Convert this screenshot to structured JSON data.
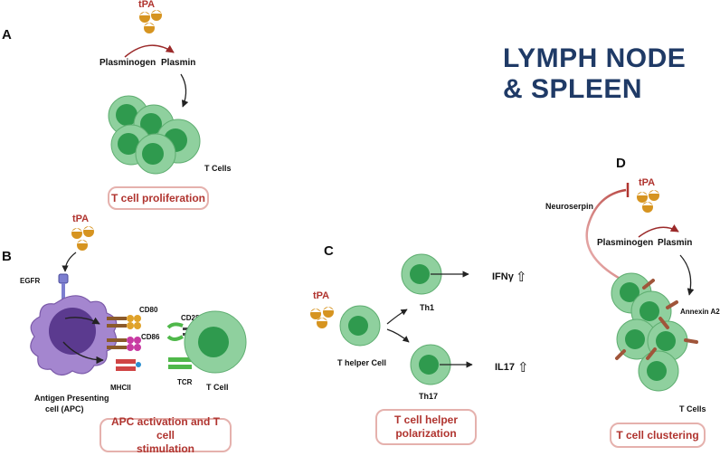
{
  "title": {
    "line1": "LYMPH NODE",
    "line2": "& SPLEEN"
  },
  "panel_a": {
    "letter": "A",
    "tpa": "tPA",
    "plasminogen": "Plasminogen",
    "plasmin": "Plasmin",
    "cells_label": "T Cells",
    "box": "T cell proliferation"
  },
  "panel_b": {
    "letter": "B",
    "tpa": "tPA",
    "egfr": "EGFR",
    "cd80": "CD80",
    "cd86": "CD86",
    "mhcii": "MHCII",
    "cd28": "CD28",
    "tcr": "TCR",
    "apc_line1": "Antigen Presenting",
    "apc_line2": "cell (APC)",
    "tcell": "T Cell",
    "box_line1": "APC activation and T cell",
    "box_line2": "stimulation"
  },
  "panel_c": {
    "letter": "C",
    "tpa": "tPA",
    "helper": "T helper Cell",
    "th1": "Th1",
    "th17": "Th17",
    "ifn": "IFNγ",
    "il17": "IL17",
    "up_arrow": "⇧",
    "box_line1": "T cell helper",
    "box_line2": "polarization"
  },
  "panel_d": {
    "letter": "D",
    "tpa": "tPA",
    "neuroserpin": "Neuroserpin",
    "plasminogen": "Plasminogen",
    "plasmin": "Plasmin",
    "annexin": "Annexin A2",
    "cells_label": "T Cells",
    "box": "T cell clustering"
  },
  "colors": {
    "cell_fill": "#8fd09e",
    "cell_stroke": "#5fae71",
    "nucleus": "#2f9a4e",
    "tpa": "#d69420",
    "accent_red": "#b0342f",
    "apc": "#8a63b8",
    "title": "#1f3a66"
  }
}
